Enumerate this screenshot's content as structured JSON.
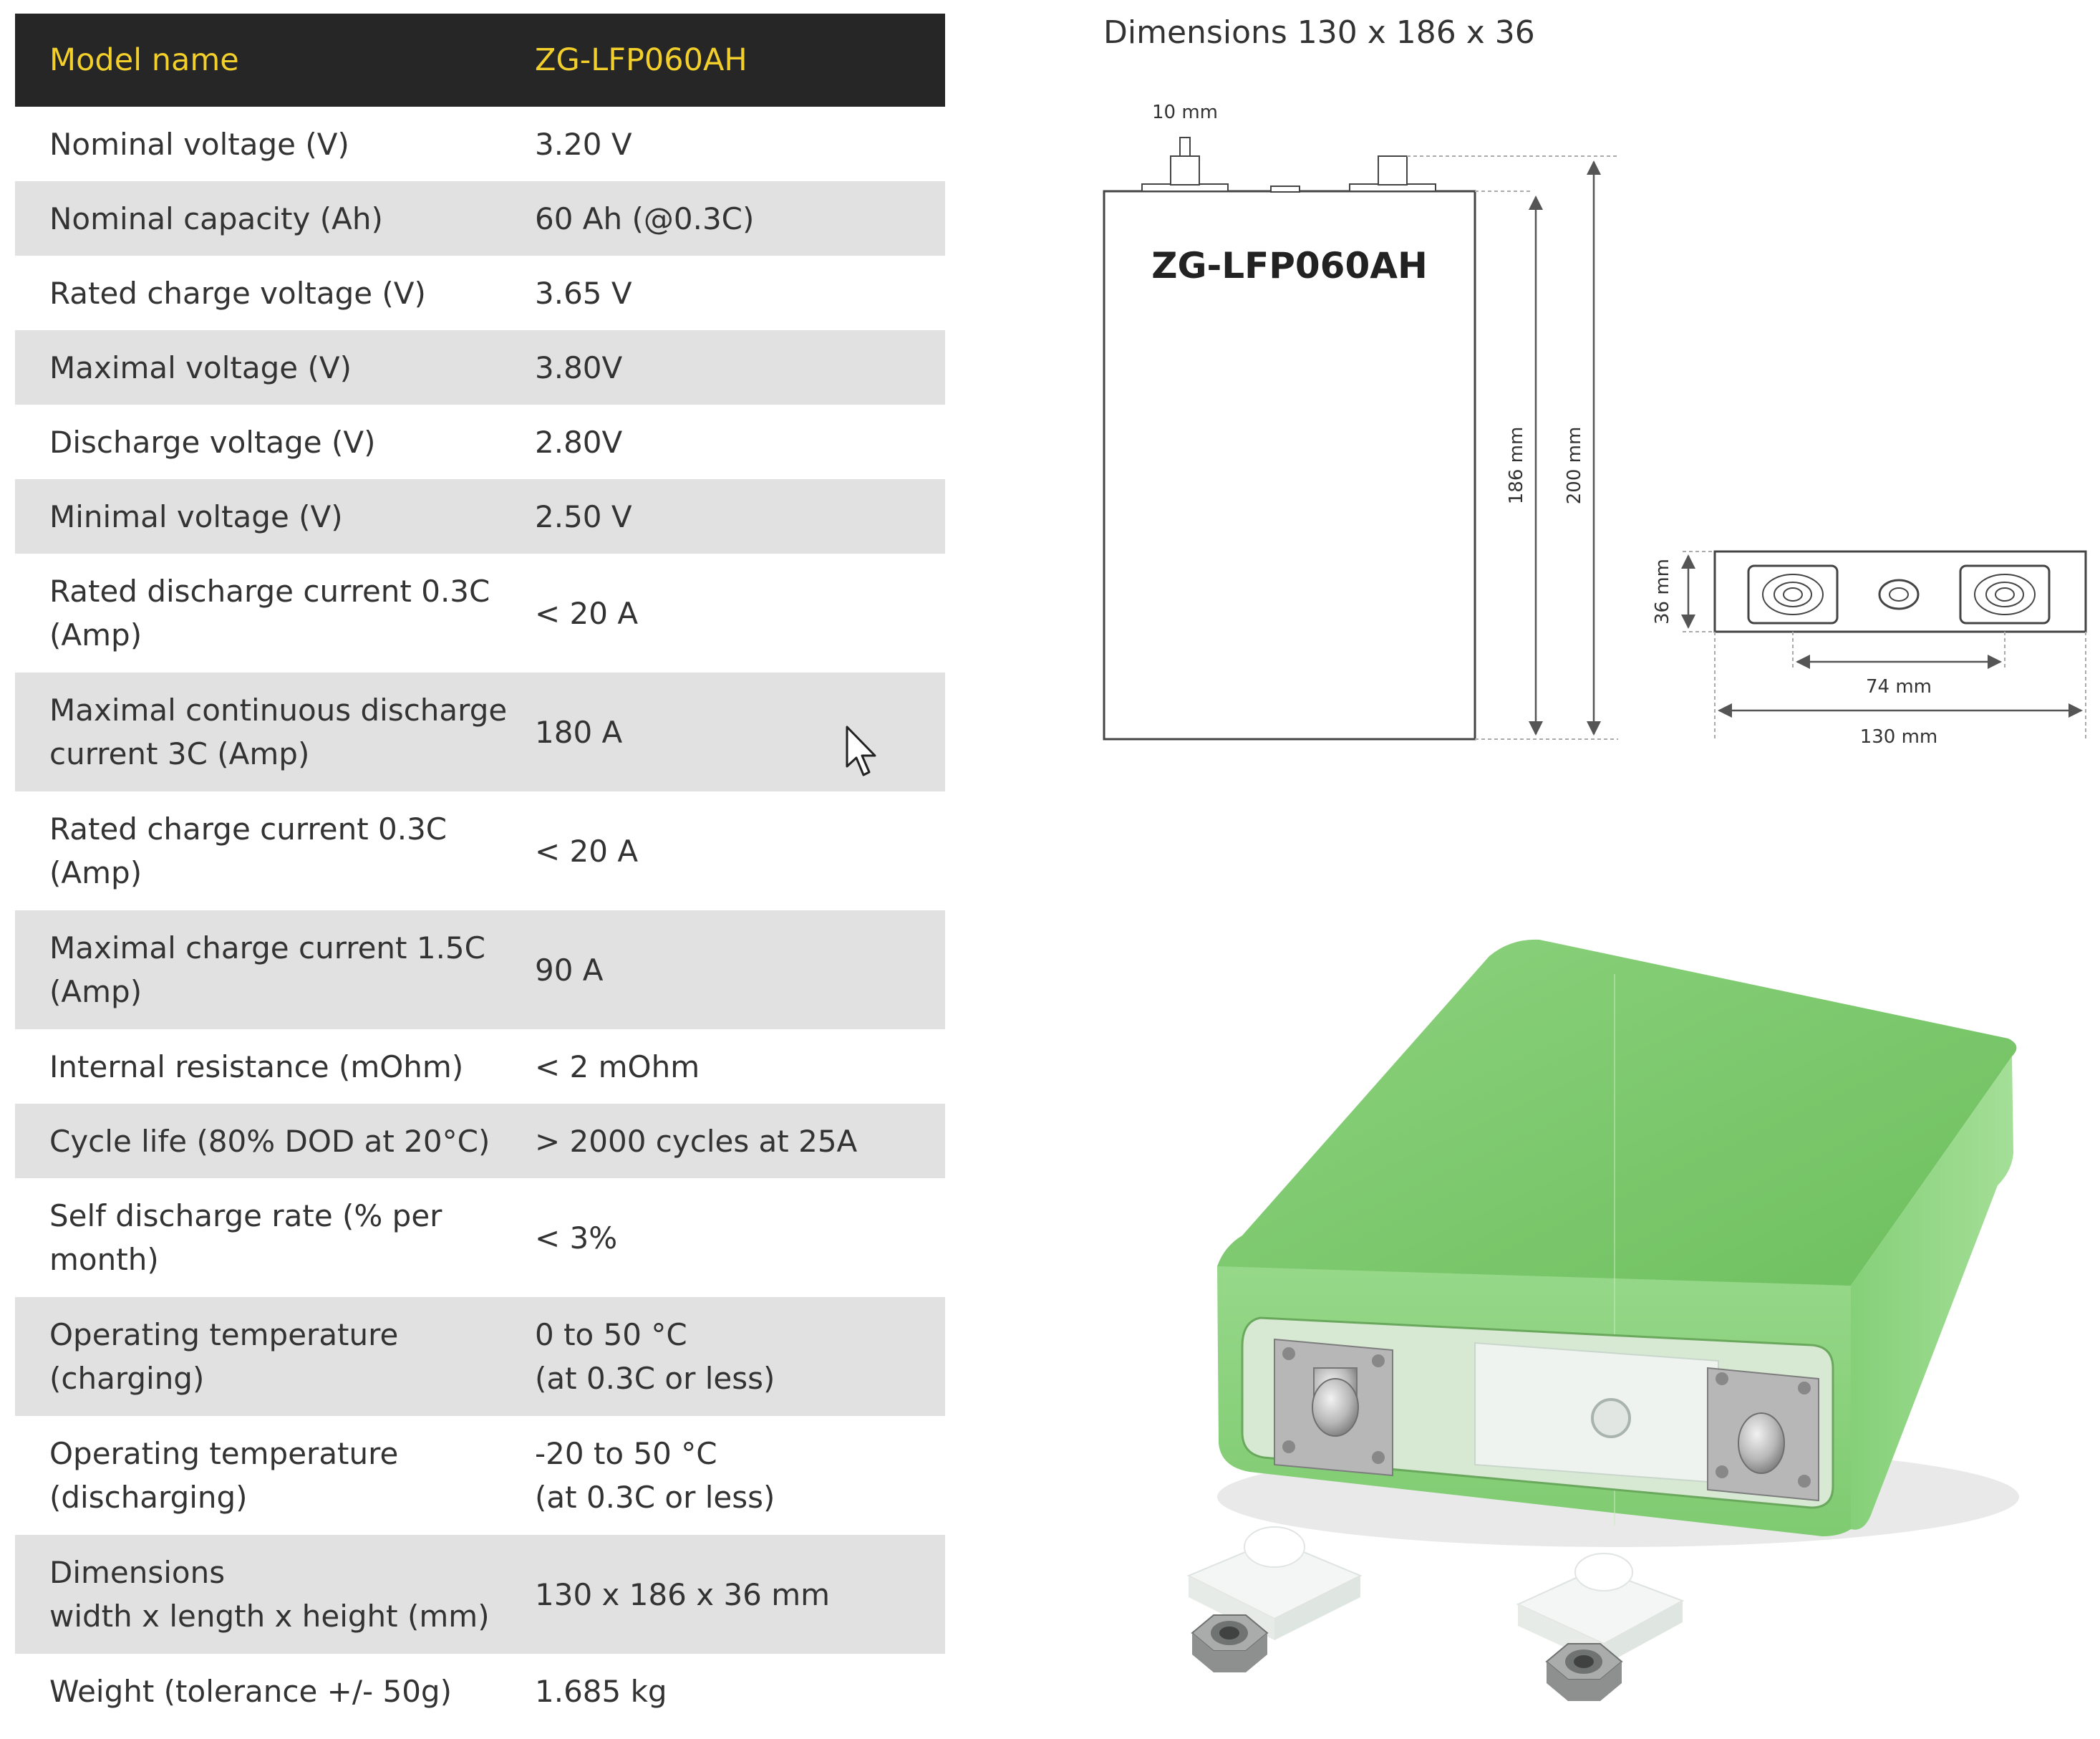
{
  "table": {
    "header": {
      "label": "Model name",
      "value": "ZG-LFP060AH"
    },
    "rows": [
      {
        "label": "Nominal voltage (V)",
        "value": "3.20 V"
      },
      {
        "label": "Nominal capacity (Ah)",
        "value": "60 Ah (@0.3C)"
      },
      {
        "label": "Rated charge voltage (V)",
        "value": "3.65 V"
      },
      {
        "label": "Maximal voltage (V)",
        "value": "3.80V"
      },
      {
        "label": "Discharge voltage (V)",
        "value": "2.80V"
      },
      {
        "label": "Minimal voltage (V)",
        "value": "2.50 V"
      },
      {
        "label": "Rated discharge current 0.3C\n(Amp)",
        "value": "< 20 A"
      },
      {
        "label": "Maximal continuous discharge\ncurrent  3C  (Amp)",
        "value": "180 A"
      },
      {
        "label": "Rated charge current 0.3C\n(Amp)",
        "value": "< 20 A"
      },
      {
        "label": "Maximal charge current 1.5C\n(Amp)",
        "value": "90 A"
      },
      {
        "label": "Internal resistance (mOhm)",
        "value": "< 2 mOhm"
      },
      {
        "label": "Cycle life (80% DOD at 20°C)",
        "value": "> 2000 cycles at 25A"
      },
      {
        "label": "Self discharge rate (% per\nmonth)",
        "value": "< 3%"
      },
      {
        "label": "Operating temperature\n(charging)",
        "value": "0 to 50 °C\n(at 0.3C or less)"
      },
      {
        "label": "Operating temperature\n(discharging)",
        "value": "-20 to 50 °C\n(at 0.3C or less)"
      },
      {
        "label": "Dimensions\nwidth x length x height (mm)",
        "value": "130 x 186 x 36 mm"
      },
      {
        "label": "Weight (tolerance +/- 50g)",
        "value": "1.685 kg"
      }
    ]
  },
  "dimensions_title": "Dimensions 130 x 186 x 36",
  "drawing": {
    "cell_label": "ZG-LFP060AH",
    "terminal_width": "10 mm",
    "body_height": "186 mm",
    "total_height": "200 mm",
    "thickness": "36 mm",
    "terminal_spacing": "74 mm",
    "width": "130 mm"
  },
  "colors": {
    "header_bg": "#262626",
    "header_text": "#f2cf2b",
    "row_alt": "#e1e1e1",
    "cell_green": "#7cc96e"
  },
  "icons": [
    "mouse-cursor-icon"
  ]
}
